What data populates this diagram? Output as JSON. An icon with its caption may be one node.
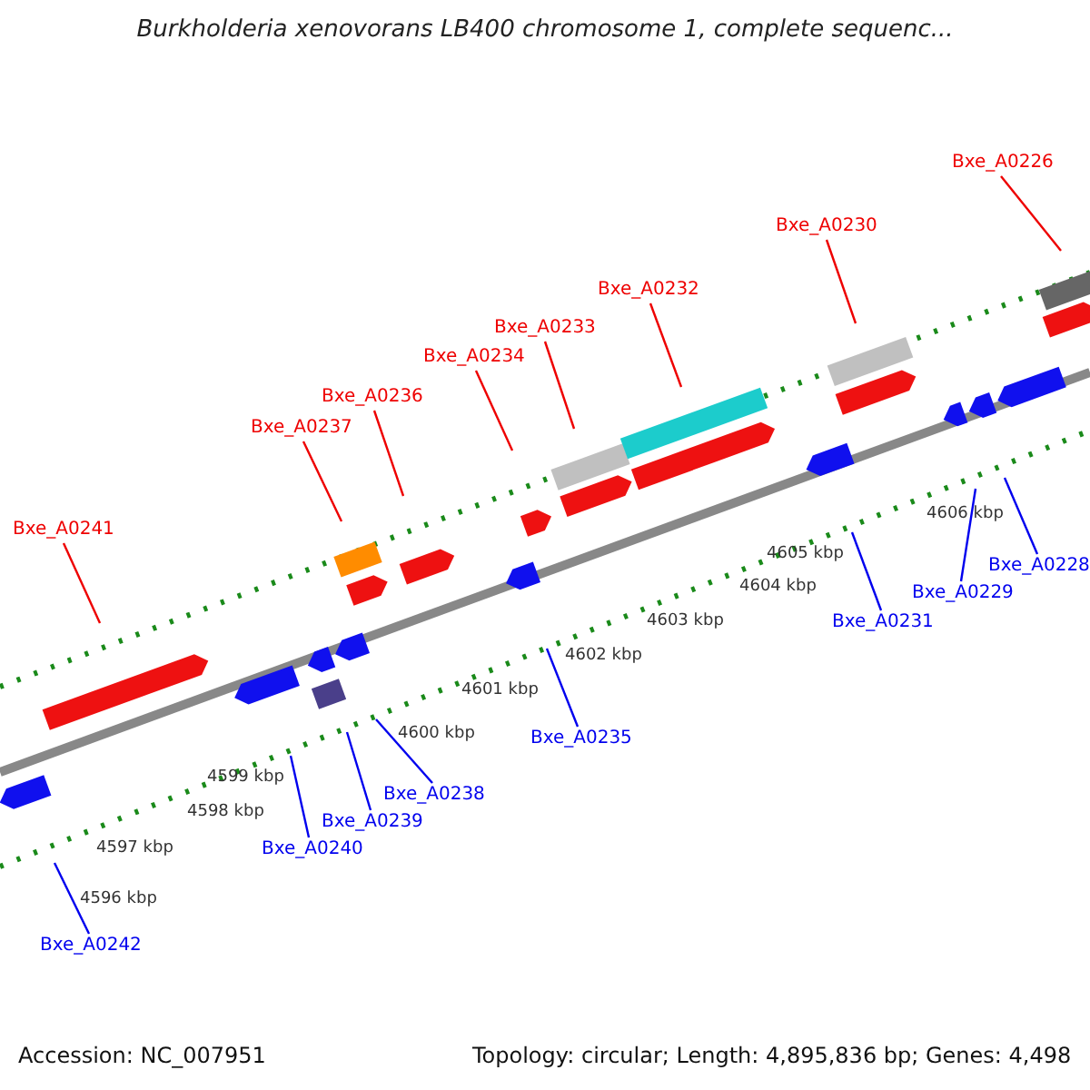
{
  "diagram": {
    "title": "Burkholderia xenovorans LB400 chromosome 1, complete sequenc...",
    "nodes": [
      {
        "text": [
          "Bxe_A0226"
        ]
      },
      {
        "text": [
          "Bxe_A0230"
        ]
      },
      {
        "text": [
          "Bxe_A0232"
        ]
      },
      {
        "text": [
          "Bxe_A0233"
        ]
      },
      {
        "text": [
          "Bxe_A0234"
        ]
      },
      {
        "text": [
          "Bxe_A0236"
        ]
      },
      {
        "text": [
          "Bxe_A0237"
        ]
      },
      {
        "text": [
          "Bxe_A0241"
        ]
      },
      {
        "text": [
          "Bxe_A0228"
        ]
      },
      {
        "text": [
          "Bxe_A0229"
        ]
      },
      {
        "text": [
          "Bxe_A0231"
        ]
      },
      {
        "text": [
          "Bxe_A0235"
        ]
      },
      {
        "text": [
          "Bxe_A0238"
        ]
      },
      {
        "text": [
          "Bxe_A0239"
        ]
      },
      {
        "text": [
          "Bxe_A0240"
        ]
      },
      {
        "text": [
          "Bxe_A0242"
        ]
      }
    ],
    "edges": [
      {
        "from": 0,
        "to": null,
        "arrow": "none"
      },
      {
        "from": 1,
        "to": null,
        "arrow": "none"
      },
      {
        "from": 2,
        "to": null,
        "arrow": "none"
      },
      {
        "from": 3,
        "to": null,
        "arrow": "none"
      },
      {
        "from": 4,
        "to": null,
        "arrow": "none"
      },
      {
        "from": 5,
        "to": null,
        "arrow": "none"
      },
      {
        "from": 6,
        "to": null,
        "arrow": "none"
      },
      {
        "from": 7,
        "to": null,
        "arrow": "none"
      },
      {
        "from": 8,
        "to": null,
        "arrow": "none",
        "color": "#0000ee"
      },
      {
        "from": 9,
        "to": null,
        "arrow": "none",
        "color": "#0000ee"
      },
      {
        "from": 10,
        "to": null,
        "arrow": "none",
        "color": "#0000ee"
      },
      {
        "from": 11,
        "to": null,
        "arrow": "none",
        "color": "#0000ee"
      },
      {
        "from": 12,
        "to": null,
        "arrow": "none",
        "color": "#0000ee"
      },
      {
        "from": 13,
        "to": null,
        "arrow": "none",
        "color": "#0000ee"
      },
      {
        "from": 14,
        "to": null,
        "arrow": "none",
        "color": "#0000ee"
      },
      {
        "from": 15,
        "to": null,
        "arrow": "none",
        "color": "#0000ee"
      }
    ],
    "labels": [
      "4606 kbp",
      "4605 kbp",
      "4604 kbp",
      "4603 kbp",
      "4602 kbp",
      "4601 kbp",
      "4600 kbp",
      "4599 kbp",
      "4598 kbp",
      "4597 kbp",
      "4596 kbp",
      "Accession: NC_007951",
      "Topology: circular; Length: 4,895,836 bp; Genes: 4,498"
    ]
  }
}
